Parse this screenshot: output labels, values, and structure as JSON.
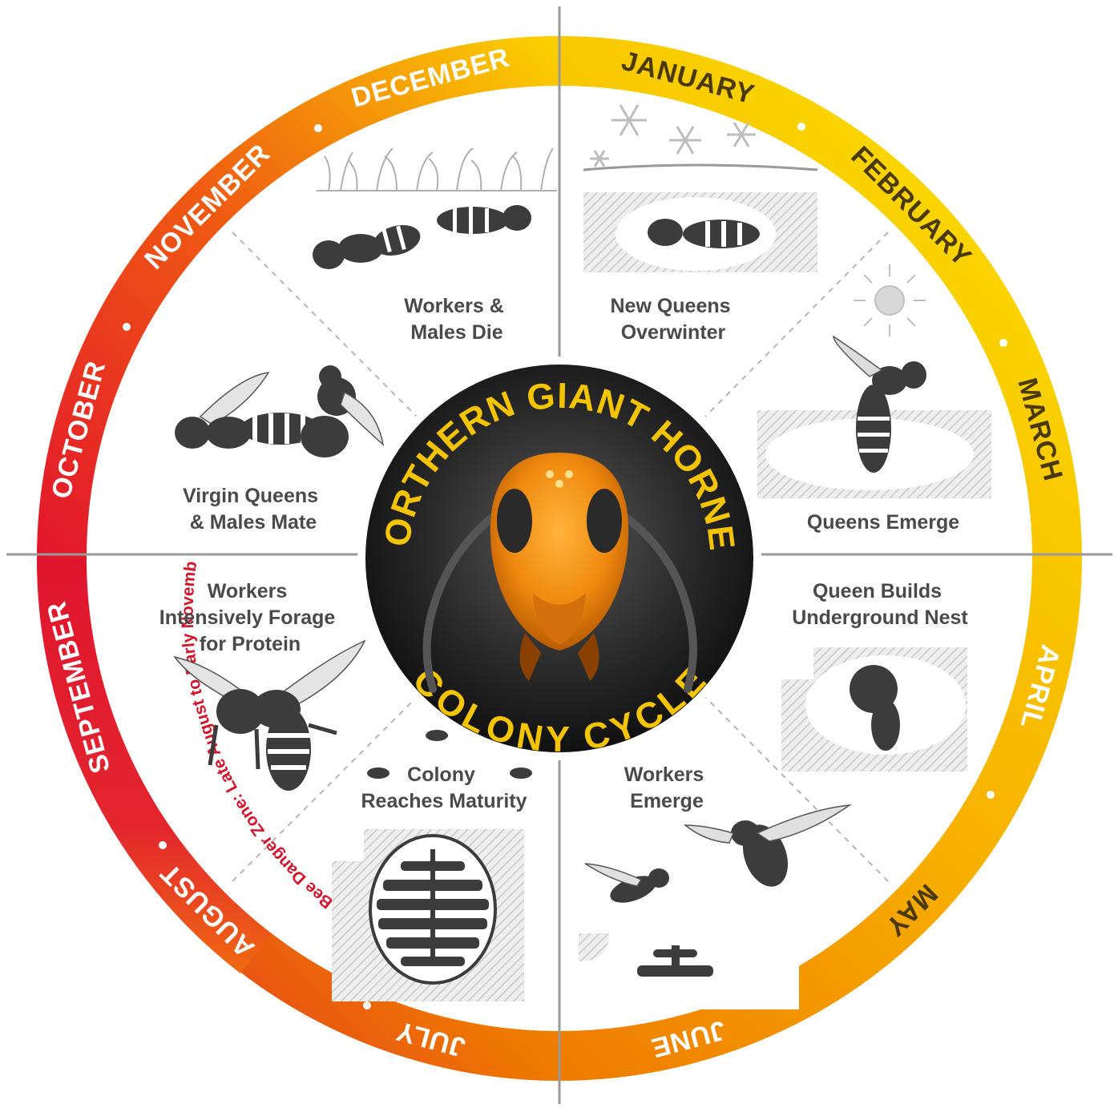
{
  "title": {
    "top": "NORTHERN GIANT HORNET",
    "bottom": "COLONY CYCLE"
  },
  "months": [
    {
      "name": "JANUARY",
      "color": "#4a3a00"
    },
    {
      "name": "FEBRUARY",
      "color": "#4a3a00"
    },
    {
      "name": "MARCH",
      "color": "#4a3a00"
    },
    {
      "name": "APRIL",
      "color": "#ffffff"
    },
    {
      "name": "MAY",
      "color": "#4a3a00"
    },
    {
      "name": "JUNE",
      "color": "#ffffff"
    },
    {
      "name": "JULY",
      "color": "#ffffff"
    },
    {
      "name": "AUGUST",
      "color": "#ffffff"
    },
    {
      "name": "SEPTEMBER",
      "color": "#ffffff"
    },
    {
      "name": "OCTOBER",
      "color": "#ffffff"
    },
    {
      "name": "NOVEMBER",
      "color": "#ffffff"
    },
    {
      "name": "DECEMBER",
      "color": "#ffffff"
    }
  ],
  "danger_zone": {
    "label": "Honey Bee Danger Zone: Late August to Early November",
    "color": "#d3142b"
  },
  "stages": {
    "new_queens_overwinter": [
      "New Queens",
      "Overwinter"
    ],
    "queens_emerge": [
      "Queens Emerge"
    ],
    "queen_builds_nest": [
      "Queen Builds",
      "Underground Nest"
    ],
    "workers_emerge": [
      "Workers",
      "Emerge"
    ],
    "colony_maturity": [
      "Colony",
      "Reaches Maturity"
    ],
    "workers_forage": [
      "Workers",
      "Intensively Forage",
      "for Protein"
    ],
    "virgin_queens_mate": [
      "Virgin Queens",
      "& Males Mate"
    ],
    "workers_males_die": [
      "Workers &",
      "Males Die"
    ]
  },
  "colors": {
    "ring_yellow": "#fbdc00",
    "ring_orange": "#f39a00",
    "ring_red": "#e01a2e",
    "center_bg": "#1a1a1a",
    "title": "#f5c400",
    "illustration": "#3c3c3c",
    "hatch": "#c8c8c8"
  },
  "icons": [
    "snowflake-icon",
    "sun-icon",
    "grass-icon",
    "hornet-icon",
    "nest-comb-icon",
    "hornet-head-icon"
  ]
}
